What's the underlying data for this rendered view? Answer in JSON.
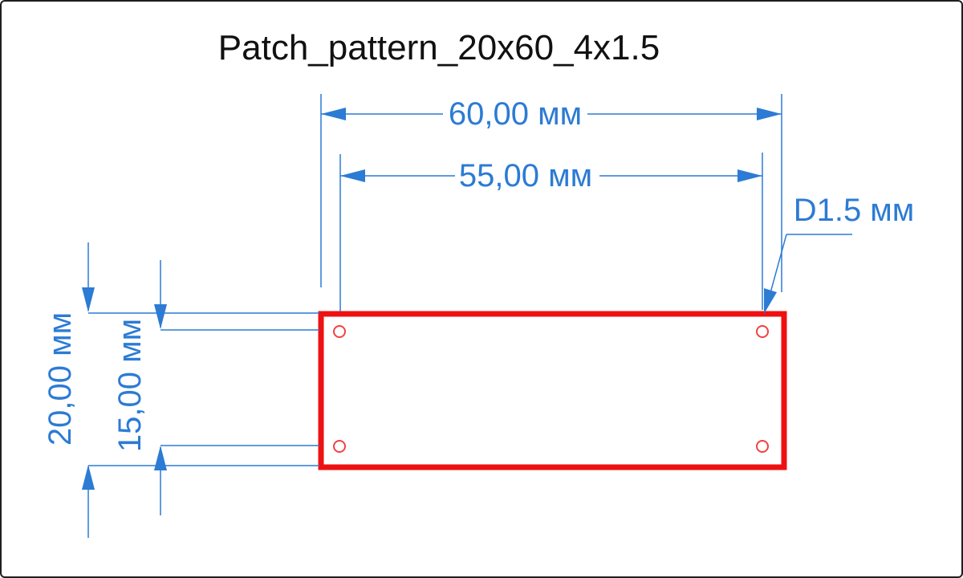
{
  "title": "Patch_pattern_20x60_4x1.5",
  "colors": {
    "dimension_blue": "#2c7bd4",
    "patch_red": "#ee1111",
    "hole_red": "#f24141",
    "title_black": "#111111"
  },
  "dimensions": {
    "overall_width": "60,00 мм",
    "hole_spacing_horizontal": "55,00 мм",
    "overall_height": "20,00 мм",
    "hole_spacing_vertical": "15,00 мм",
    "hole_diameter": "D1.5 мм"
  },
  "drawing": {
    "patch": {
      "width_mm": 60,
      "height_mm": 20
    },
    "holes": {
      "count": 4,
      "diameter_mm": 1.5,
      "spacing_x_mm": 55,
      "spacing_y_mm": 15
    }
  }
}
